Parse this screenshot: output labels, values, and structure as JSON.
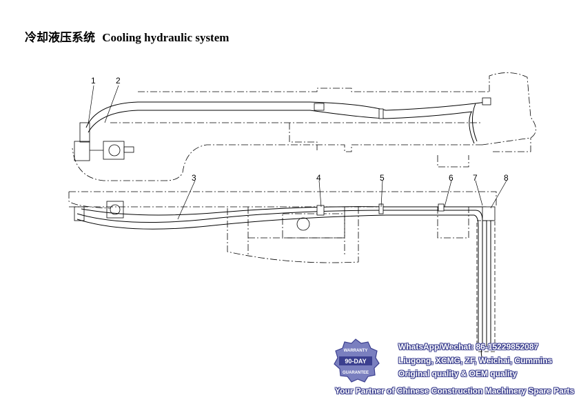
{
  "title": {
    "cn": "冷却液压系统",
    "en": "Cooling hydraulic system"
  },
  "callouts": [
    "1",
    "2",
    "3",
    "4",
    "5",
    "6",
    "7",
    "8"
  ],
  "watermark": {
    "line1": "WhatsApp/Wechat: 86-15229852087",
    "line2": "Liugong, XCMG, ZF, Weichai, Cummins",
    "line3": "Original quality & OEM quality",
    "line4": "Your Partner of Chinese Construction Machinery Spare Parts",
    "badge_top": "WARRANTY",
    "badge_mid": "90-DAY",
    "badge_bottom": "GUARANTEE",
    "color": "#3b3f8f"
  }
}
